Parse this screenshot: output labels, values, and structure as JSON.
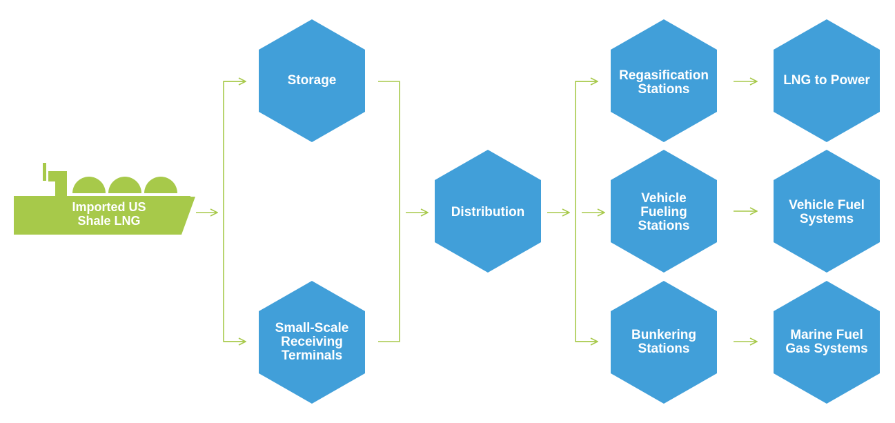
{
  "source": {
    "icon": "lng-tanker-ship-icon",
    "lines": [
      "Imported US",
      "Shale LNG"
    ]
  },
  "nodes": {
    "storage": {
      "lines": [
        "Storage"
      ]
    },
    "small_scale": {
      "lines": [
        "Small-Scale",
        "Receiving",
        "Terminals"
      ]
    },
    "distribution": {
      "lines": [
        "Distribution"
      ]
    },
    "regasification": {
      "lines": [
        "Regasification",
        "Stations"
      ]
    },
    "vehicle_fueling": {
      "lines": [
        "Vehicle",
        "Fueling",
        "Stations"
      ]
    },
    "bunkering": {
      "lines": [
        "Bunkering",
        "Stations"
      ]
    },
    "lng_power": {
      "lines": [
        "LNG to Power"
      ]
    },
    "vehicle_fuel": {
      "lines": [
        "Vehicle Fuel",
        "Systems"
      ]
    },
    "marine_fuel": {
      "lines": [
        "Marine Fuel",
        "Gas Systems"
      ]
    }
  },
  "colors": {
    "hexagon": "#419fd9",
    "accent": "#a7c94a",
    "text": "#ffffff"
  }
}
